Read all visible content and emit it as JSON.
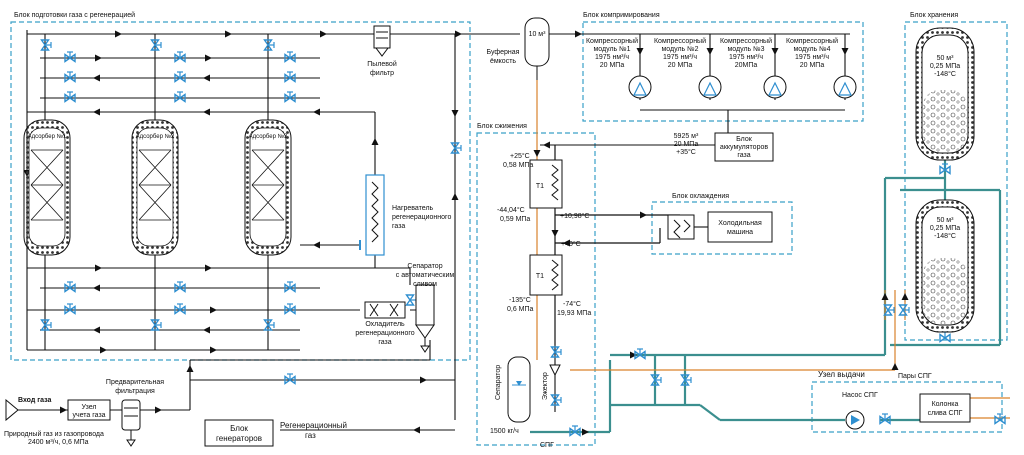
{
  "blocks": {
    "regen": "Блок подготовки газа с регенерацией",
    "compress": "Блок компримирования",
    "storage": "Блок хранения",
    "liquefy": "Блок сжижения",
    "cooling": "Блок охлаждения",
    "outlet": "Узел выдачи"
  },
  "adsorbers": [
    "Адсорбер №1",
    "Адсорбер №2",
    "Адсорбер №3"
  ],
  "labels": {
    "dust_filter_1": "Пылевой",
    "dust_filter_2": "фильтр",
    "buffer_1": "Буферная",
    "buffer_2": "ёмкость",
    "buffer_vol": "10 м³",
    "heater_1": "Нагреватель",
    "heater_2": "регенерационного",
    "heater_3": "газа",
    "separator_1": "Сепаратор",
    "separator_2": "с автоматическим",
    "separator_3": "сливом",
    "cooler_1": "Охладитель",
    "cooler_2": "регенерационного",
    "cooler_3": "газа",
    "accumulators_1": "Блок",
    "accumulators_2": "аккумуляторов",
    "accumulators_3": "газа",
    "acc_params_1": "5925 м³",
    "acc_params_2": "20 МПа",
    "acc_params_3": "+35°C",
    "chiller_1": "Холодильная",
    "chiller_2": "машина",
    "hx": "Т1",
    "t_in1_1": "+25°C",
    "t_in1_2": "0,58 МПа",
    "t_out1_1": "-44,04°C",
    "t_out1_2": "0,59 МПа",
    "t_cool": "+10,98°C",
    "t_in2": "+40°C",
    "t_out2_1": "-135°C",
    "t_out2_2": "0,6 МПа",
    "t_out3_1": "-74°C",
    "t_out3_2": "19,93 МПа",
    "sep_vertical": "Сепаратор",
    "ejector": "Эжектор",
    "flow": "1500 кг/ч",
    "lng": "СПГ",
    "lng_vapors": "Пары СПГ",
    "pump": "Насос СПГ",
    "column_1": "Колонка",
    "column_2": "слива СПГ",
    "gas_inlet": "Вход газа",
    "metering_1": "Узел",
    "metering_2": "учета газа",
    "pipeline_1": "Природный газ из газопровода",
    "pipeline_2": "2400 м³/ч, 0,6 МПа",
    "prefilter_1": "Предварительная",
    "prefilter_2": "фильтрация",
    "generators_1": "Блок",
    "generators_2": "генераторов",
    "regen_gas_1": "Регенерационный",
    "regen_gas_2": "газ"
  },
  "compressors": [
    {
      "line1": "Компрессорный",
      "line2": "модуль №1",
      "line3": "1975 нм³/ч",
      "line4": "20 МПа"
    },
    {
      "line1": "Компрессорный",
      "line2": "модуль №2",
      "line3": "1975 нм³/ч",
      "line4": "20 МПа"
    },
    {
      "line1": "Компрессорный",
      "line2": "модуль №3",
      "line3": "1975 нм³/ч",
      "line4": "20МПа"
    },
    {
      "line1": "Компрессорный",
      "line2": "модуль №4",
      "line3": "1975 нм³/ч",
      "line4": "20 МПа"
    }
  ],
  "tanks": [
    {
      "vol": "50 м³",
      "pressure": "0,25 МПа",
      "temp": "-148°C"
    },
    {
      "vol": "50 м³",
      "pressure": "0,25 МПа",
      "temp": "-148°C"
    }
  ],
  "colors": {
    "line": "#111111",
    "dashed": "#3aa0c8",
    "lng": "#3b8f8f",
    "warm": "#d9822b",
    "valve": "#2f8fd0"
  }
}
